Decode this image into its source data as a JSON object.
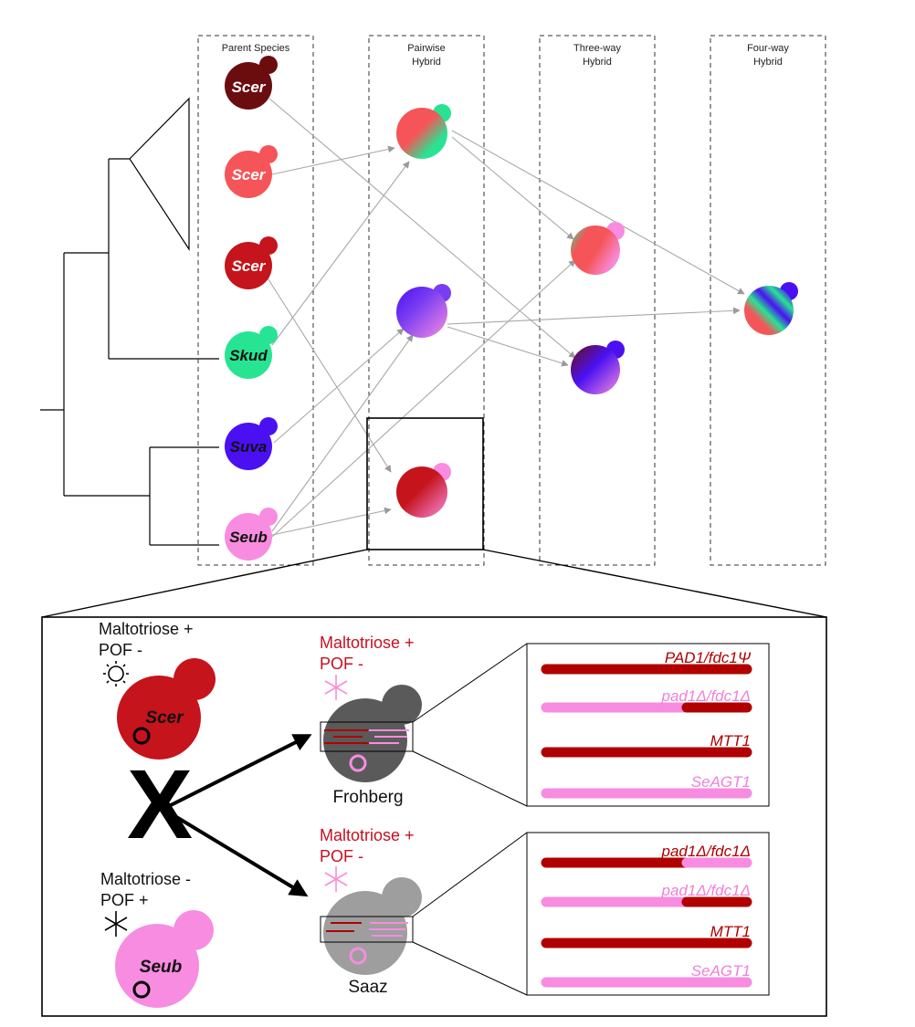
{
  "columns": {
    "parent": "Parent Species",
    "pairwise_1": "Pairwise",
    "pairwise_2": "Hybrid",
    "threeway_1": "Three-way",
    "threeway_2": "Hybrid",
    "fourway_1": "Four-way",
    "fourway_2": "Hybrid"
  },
  "parents": [
    {
      "label": "Scer",
      "color": "#6b0d0f"
    },
    {
      "label": "Scer",
      "color": "#f55558"
    },
    {
      "label": "Scer",
      "color": "#c5141b"
    },
    {
      "label": "Skud",
      "color": "#27e493"
    },
    {
      "label": "Suva",
      "color": "#4a10f2"
    },
    {
      "label": "Seub",
      "color": "#f78ce0"
    }
  ],
  "bottom": {
    "scer_parent": {
      "trait_1": "Maltotriose +",
      "trait_2": "POF -",
      "label": "Scer",
      "color": "#c5141b"
    },
    "seub_parent": {
      "trait_1": "Maltotriose -",
      "trait_2": "POF +",
      "label": "Seub",
      "color": "#f78ce0"
    },
    "cross": "X",
    "frohberg": {
      "trait_1": "Maltotriose +",
      "trait_2": "POF -",
      "name": "Frohberg",
      "color": "#5a5a5a",
      "genes": [
        "PAD1/fdc1Ψ",
        "pad1Δ/fdc1Δ",
        "MTT1",
        "SeAGT1"
      ]
    },
    "saaz": {
      "trait_1": "Maltotriose +",
      "trait_2": "POF -",
      "name": "Saaz",
      "color": "#9e9e9e",
      "genes": [
        "pad1Δ/fdc1Δ",
        "pad1Δ/fdc1Δ",
        "MTT1",
        "SeAGT1"
      ]
    },
    "colors": {
      "scer_red": "#b00000",
      "seub_pink": "#f78ce0"
    }
  }
}
